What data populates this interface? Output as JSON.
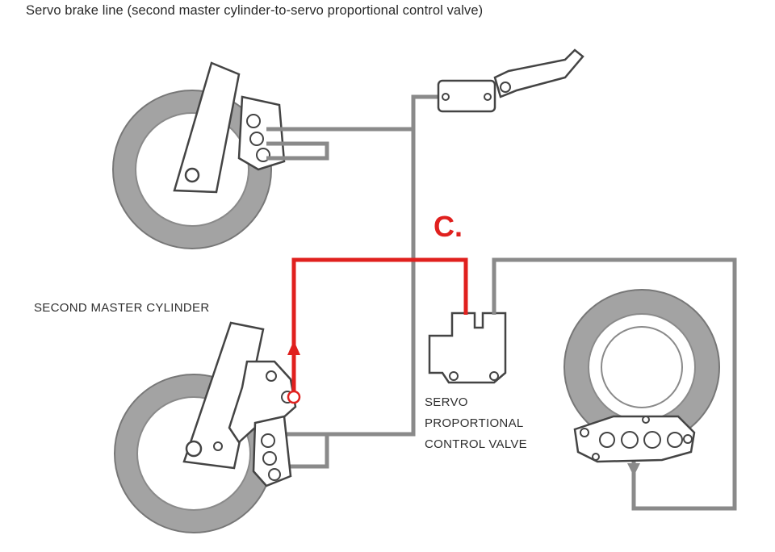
{
  "title": "Servo brake line (second master cylinder-to-servo proportional control valve)",
  "labels": {
    "second_master_cylinder": "SECOND MASTER CYLINDER",
    "servo_valve_line1": "SERVO",
    "servo_valve_line2": "PROPORTIONAL",
    "servo_valve_line3": "CONTROL VALVE",
    "highlight_marker": "C."
  },
  "colors": {
    "line_gray": "#8a8a8a",
    "tire_gray": "#9a9a9a",
    "highlight_red": "#e0201e",
    "outline": "#555555"
  }
}
